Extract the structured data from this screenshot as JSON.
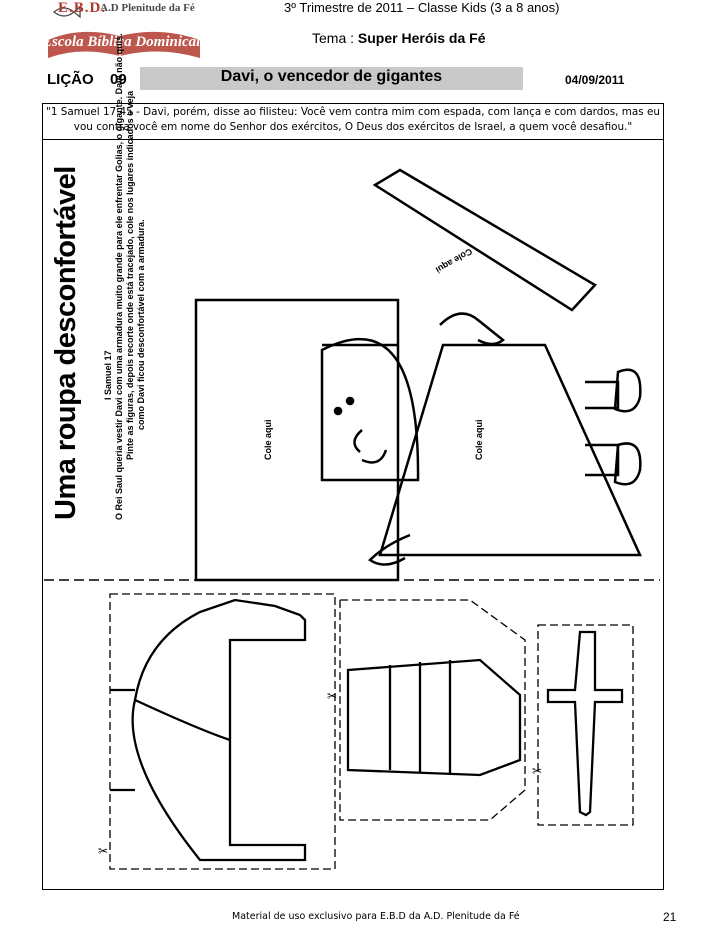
{
  "header": {
    "logo_ebd": "E.B.D.",
    "logo_ad": "A.D Plenitude da Fé",
    "logo_script": "Escola Bíblica Dominical",
    "trimestre": "3º Trimestre de 2011 – Classe Kids (3 a 8 anos)",
    "tema_label": "Tema : ",
    "tema_value": "Super Heróis da Fé"
  },
  "lesson": {
    "label": "LIÇÃO",
    "number": "09",
    "title": "Davi, o vencedor de gigantes",
    "date": "04/09/2011"
  },
  "verse": "\"1 Samuel 17.45 - Davi, porém, disse ao filisteu: Você vem contra mim com espada, com lança e com dardos, mas eu vou contra você em nome do Senhor dos exércitos, O Deus dos exércitos de Israel, a quem você desafiou.\"",
  "activity": {
    "title": "Uma roupa desconfortável",
    "reference": "I Samuel 17",
    "instructions": [
      "O Rei Saul queria vestir Davi com uma armadura muito grande para ele enfrentar Golias, o gigante. Davi não quis.",
      "Pinte as figuras, depois recorte onde está tracejado, cole nos lugares indicados e veja",
      "como Davi ficou desconfortável com a armadura."
    ],
    "cole_aqui": "Cole aqui"
  },
  "footer": {
    "text": "Material de uso exclusivo para E.B.D da A.D. Plenitude da Fé",
    "page": "21"
  }
}
